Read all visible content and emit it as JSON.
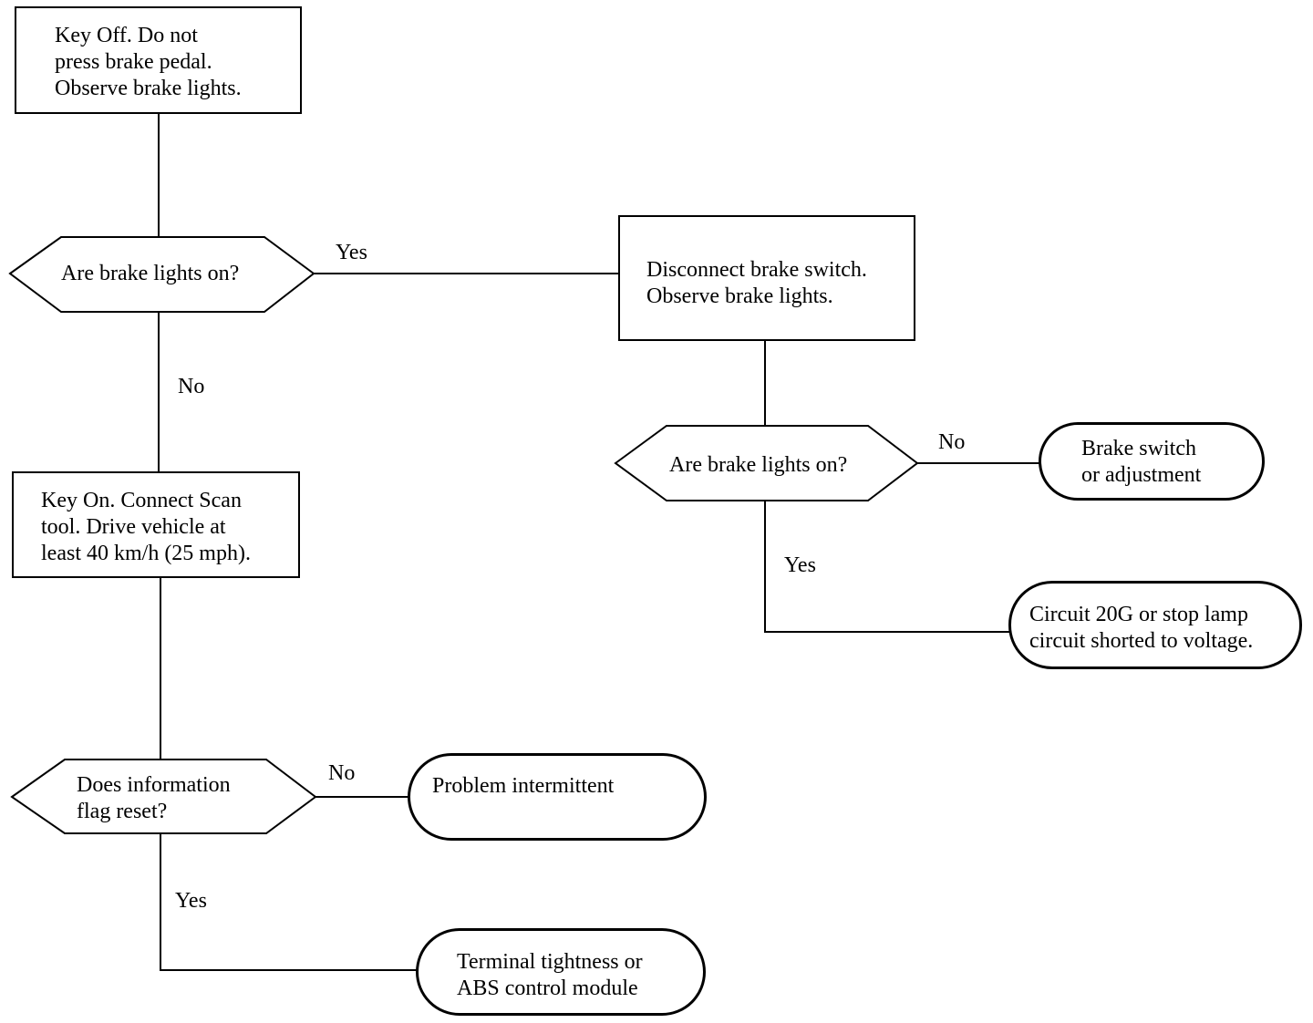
{
  "flowchart": {
    "start": {
      "lines": [
        "Key Off.  Do not",
        "press brake pedal.",
        "Observe brake lights."
      ]
    },
    "decision1": {
      "lines": [
        "Are brake lights on?"
      ]
    },
    "disconnect": {
      "lines": [
        "Disconnect brake switch.",
        "Observe brake lights."
      ]
    },
    "decision2": {
      "lines": [
        "Are brake lights on?"
      ]
    },
    "brake_switch": {
      "lines": [
        "Brake switch",
        "or adjustment"
      ]
    },
    "circuit_20g": {
      "lines": [
        "Circuit 20G or stop lamp",
        "circuit shorted to voltage."
      ]
    },
    "key_on": {
      "lines": [
        "Key On.  Connect Scan",
        "tool.  Drive vehicle at",
        "least 40 km/h (25 mph)."
      ]
    },
    "decision3": {
      "lines": [
        "Does information",
        "flag reset?"
      ]
    },
    "problem_intermittent": {
      "lines": [
        "Problem intermittent"
      ]
    },
    "terminal_tightness": {
      "lines": [
        "Terminal tightness or",
        "ABS control module"
      ]
    },
    "labels": {
      "d1_yes": "Yes",
      "d1_no": "No",
      "d2_no": "No",
      "d2_yes": "Yes",
      "d3_no": "No",
      "d3_yes": "Yes"
    }
  }
}
